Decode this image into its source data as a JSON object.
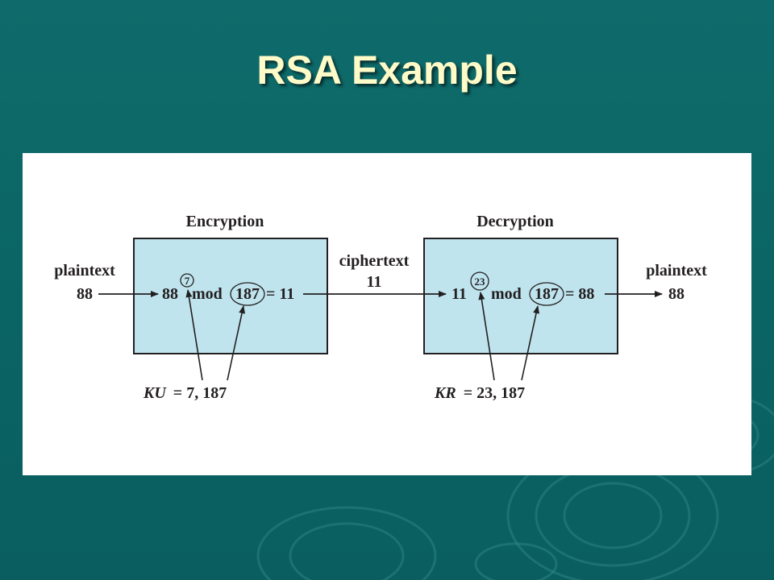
{
  "slide": {
    "title": "RSA Example"
  },
  "diagram": {
    "encryption": {
      "heading": "Encryption",
      "input_label": "plaintext",
      "input_value": "88",
      "base": "88",
      "exponent": "7",
      "mod_word": "mod",
      "modulus": "187",
      "result": "= 11",
      "key_name": "KU",
      "key_values": "= 7, 187"
    },
    "transit": {
      "label": "ciphertext",
      "value": "11"
    },
    "decryption": {
      "heading": "Decryption",
      "base": "11",
      "exponent": "23",
      "mod_word": "mod",
      "modulus": "187",
      "result": "= 88",
      "output_label": "plaintext",
      "output_value": "88",
      "key_name": "KR",
      "key_values": "= 23, 187"
    }
  },
  "colors": {
    "slide_bg": "#0b6565",
    "title": "#fffbc8",
    "box_fill": "#bfe4ee",
    "ink": "#231f20"
  }
}
